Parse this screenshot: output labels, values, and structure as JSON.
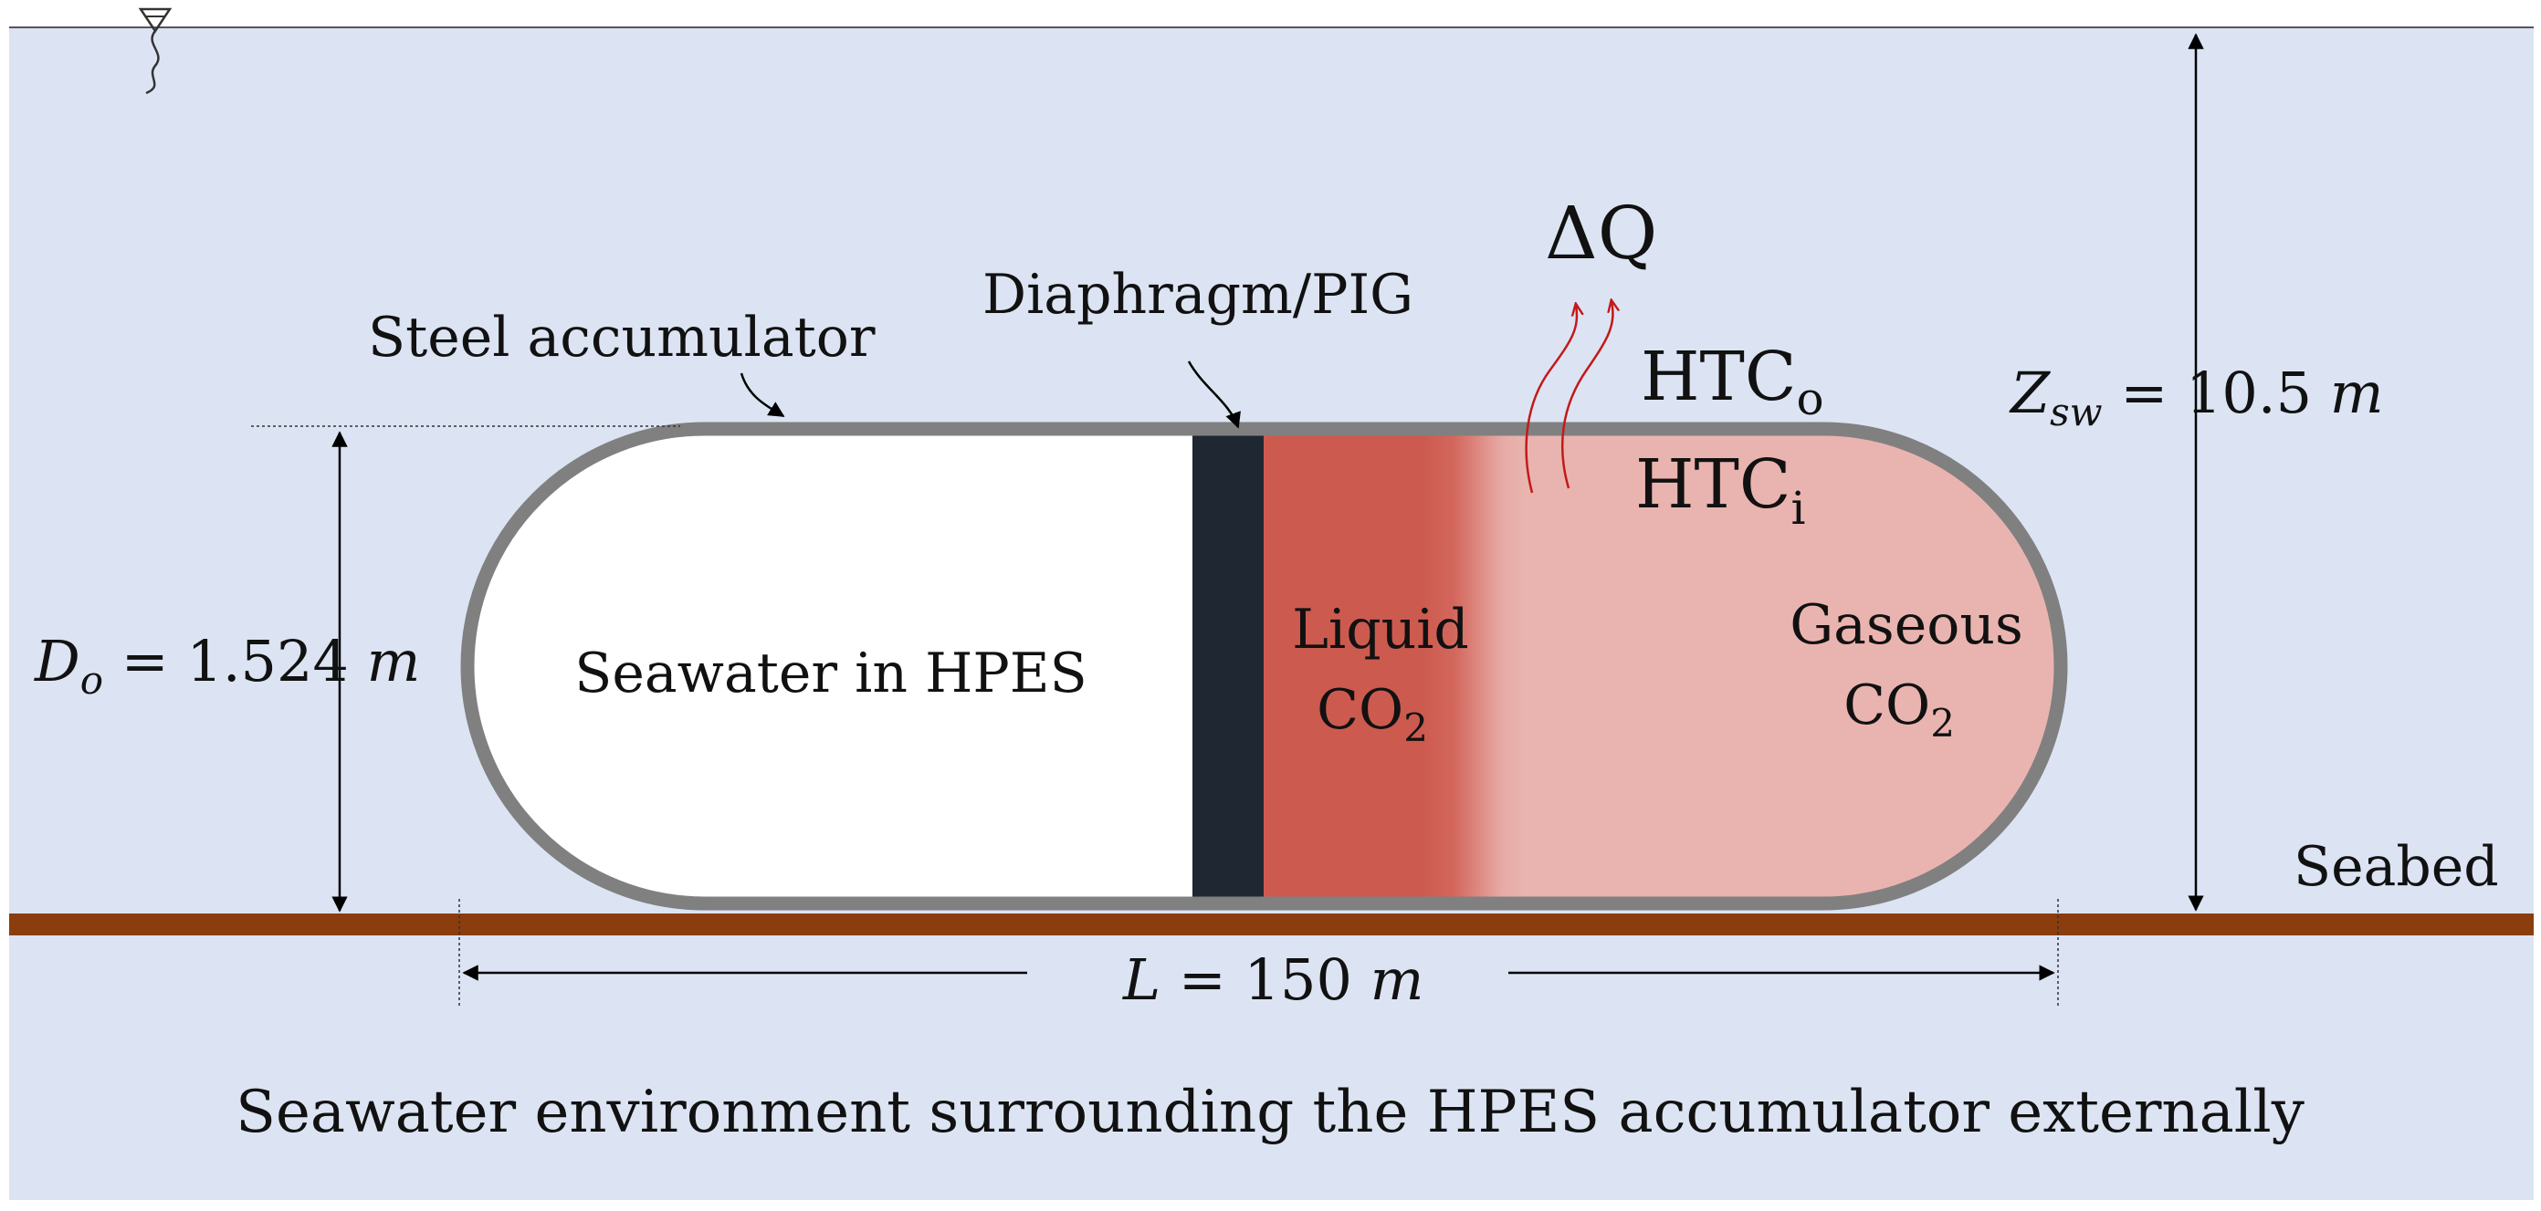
{
  "labels": {
    "steel_accumulator": "Steel accumulator",
    "diaphragm": "Diaphragm/PIG",
    "delta_q": "ΔQ",
    "htc_outer_main": "HTC",
    "htc_outer_sub": "o",
    "htc_inner_main": "HTC",
    "htc_inner_sub": "i",
    "seawater_in_hpes": "Seawater in HPES",
    "liquid_line1": "Liquid",
    "liquid_co2_main": "CO",
    "liquid_co2_sub": "2",
    "gaseous_line1": "Gaseous",
    "gaseous_co2_main": "CO",
    "gaseous_co2_sub": "2",
    "seabed": "Seabed",
    "environment_caption": "Seawater environment surrounding the HPES accumulator externally"
  },
  "dimensions": {
    "diameter": {
      "symbol": "D",
      "subscript": "o",
      "value": "1.524",
      "unit": "m"
    },
    "length": {
      "symbol": "L",
      "value": "150",
      "unit": "m"
    },
    "depth": {
      "symbol": "Z",
      "subscript": "sw",
      "value": "10.5",
      "unit": "m"
    }
  },
  "colors": {
    "seawater": "#dce4f3",
    "seabed": "#8b3d0e",
    "steel": "#808080",
    "diaphragm": "#1f2733",
    "liquid_co2": "#cd5a4f",
    "gaseous_co2": "#e9b4af",
    "heat_flow": "#c31a1a",
    "surface_line": "#555555"
  }
}
